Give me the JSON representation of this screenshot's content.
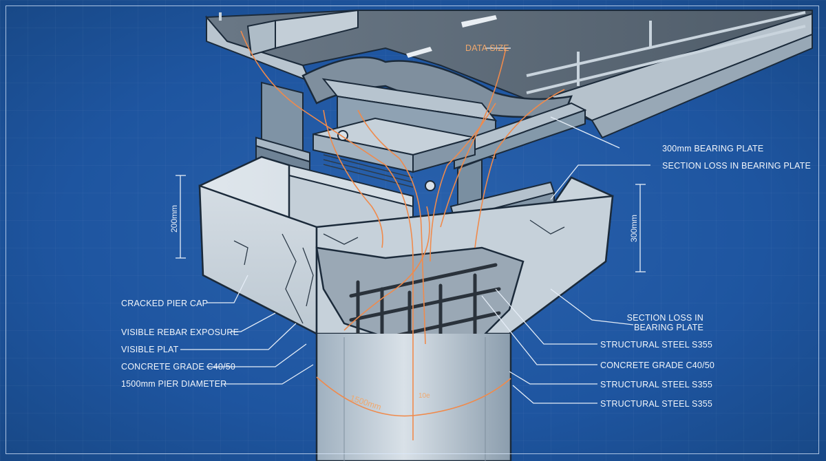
{
  "callouts": {
    "top_center": "DATA SIZE",
    "right": [
      "300mm BEARING PLATE",
      "SECTION LOSS IN BEARING PLATE"
    ],
    "right_lower": {
      "section_loss_line1": "SECTION LOSS IN",
      "section_loss_line2": "BEARING PLATE",
      "items": [
        "STRUCTURAL STEEL S355",
        "CONCRETE GRADE C40/50",
        "STRUCTURAL STEEL S355",
        "STRUCTURAL STEEL S355"
      ]
    },
    "left": [
      "CRACKED PIER CAP",
      "VISIBLE REBAR EXPOSURE",
      "VISIBLE PLAT",
      "CONCRETE GRADE C40/50",
      "1500mm PIER DIAMETER"
    ]
  },
  "dimensions": {
    "left_height": "200mm",
    "right_height": "300mm",
    "pier_arc": "1500mm",
    "small_mark": "10e"
  },
  "colors": {
    "background": "#1f56a1",
    "concrete": "#c9d3dc",
    "steel": "#8fa2b3",
    "deck": "#5d6b78",
    "highlight": "#f08a4b",
    "line": "#e6eef8"
  }
}
